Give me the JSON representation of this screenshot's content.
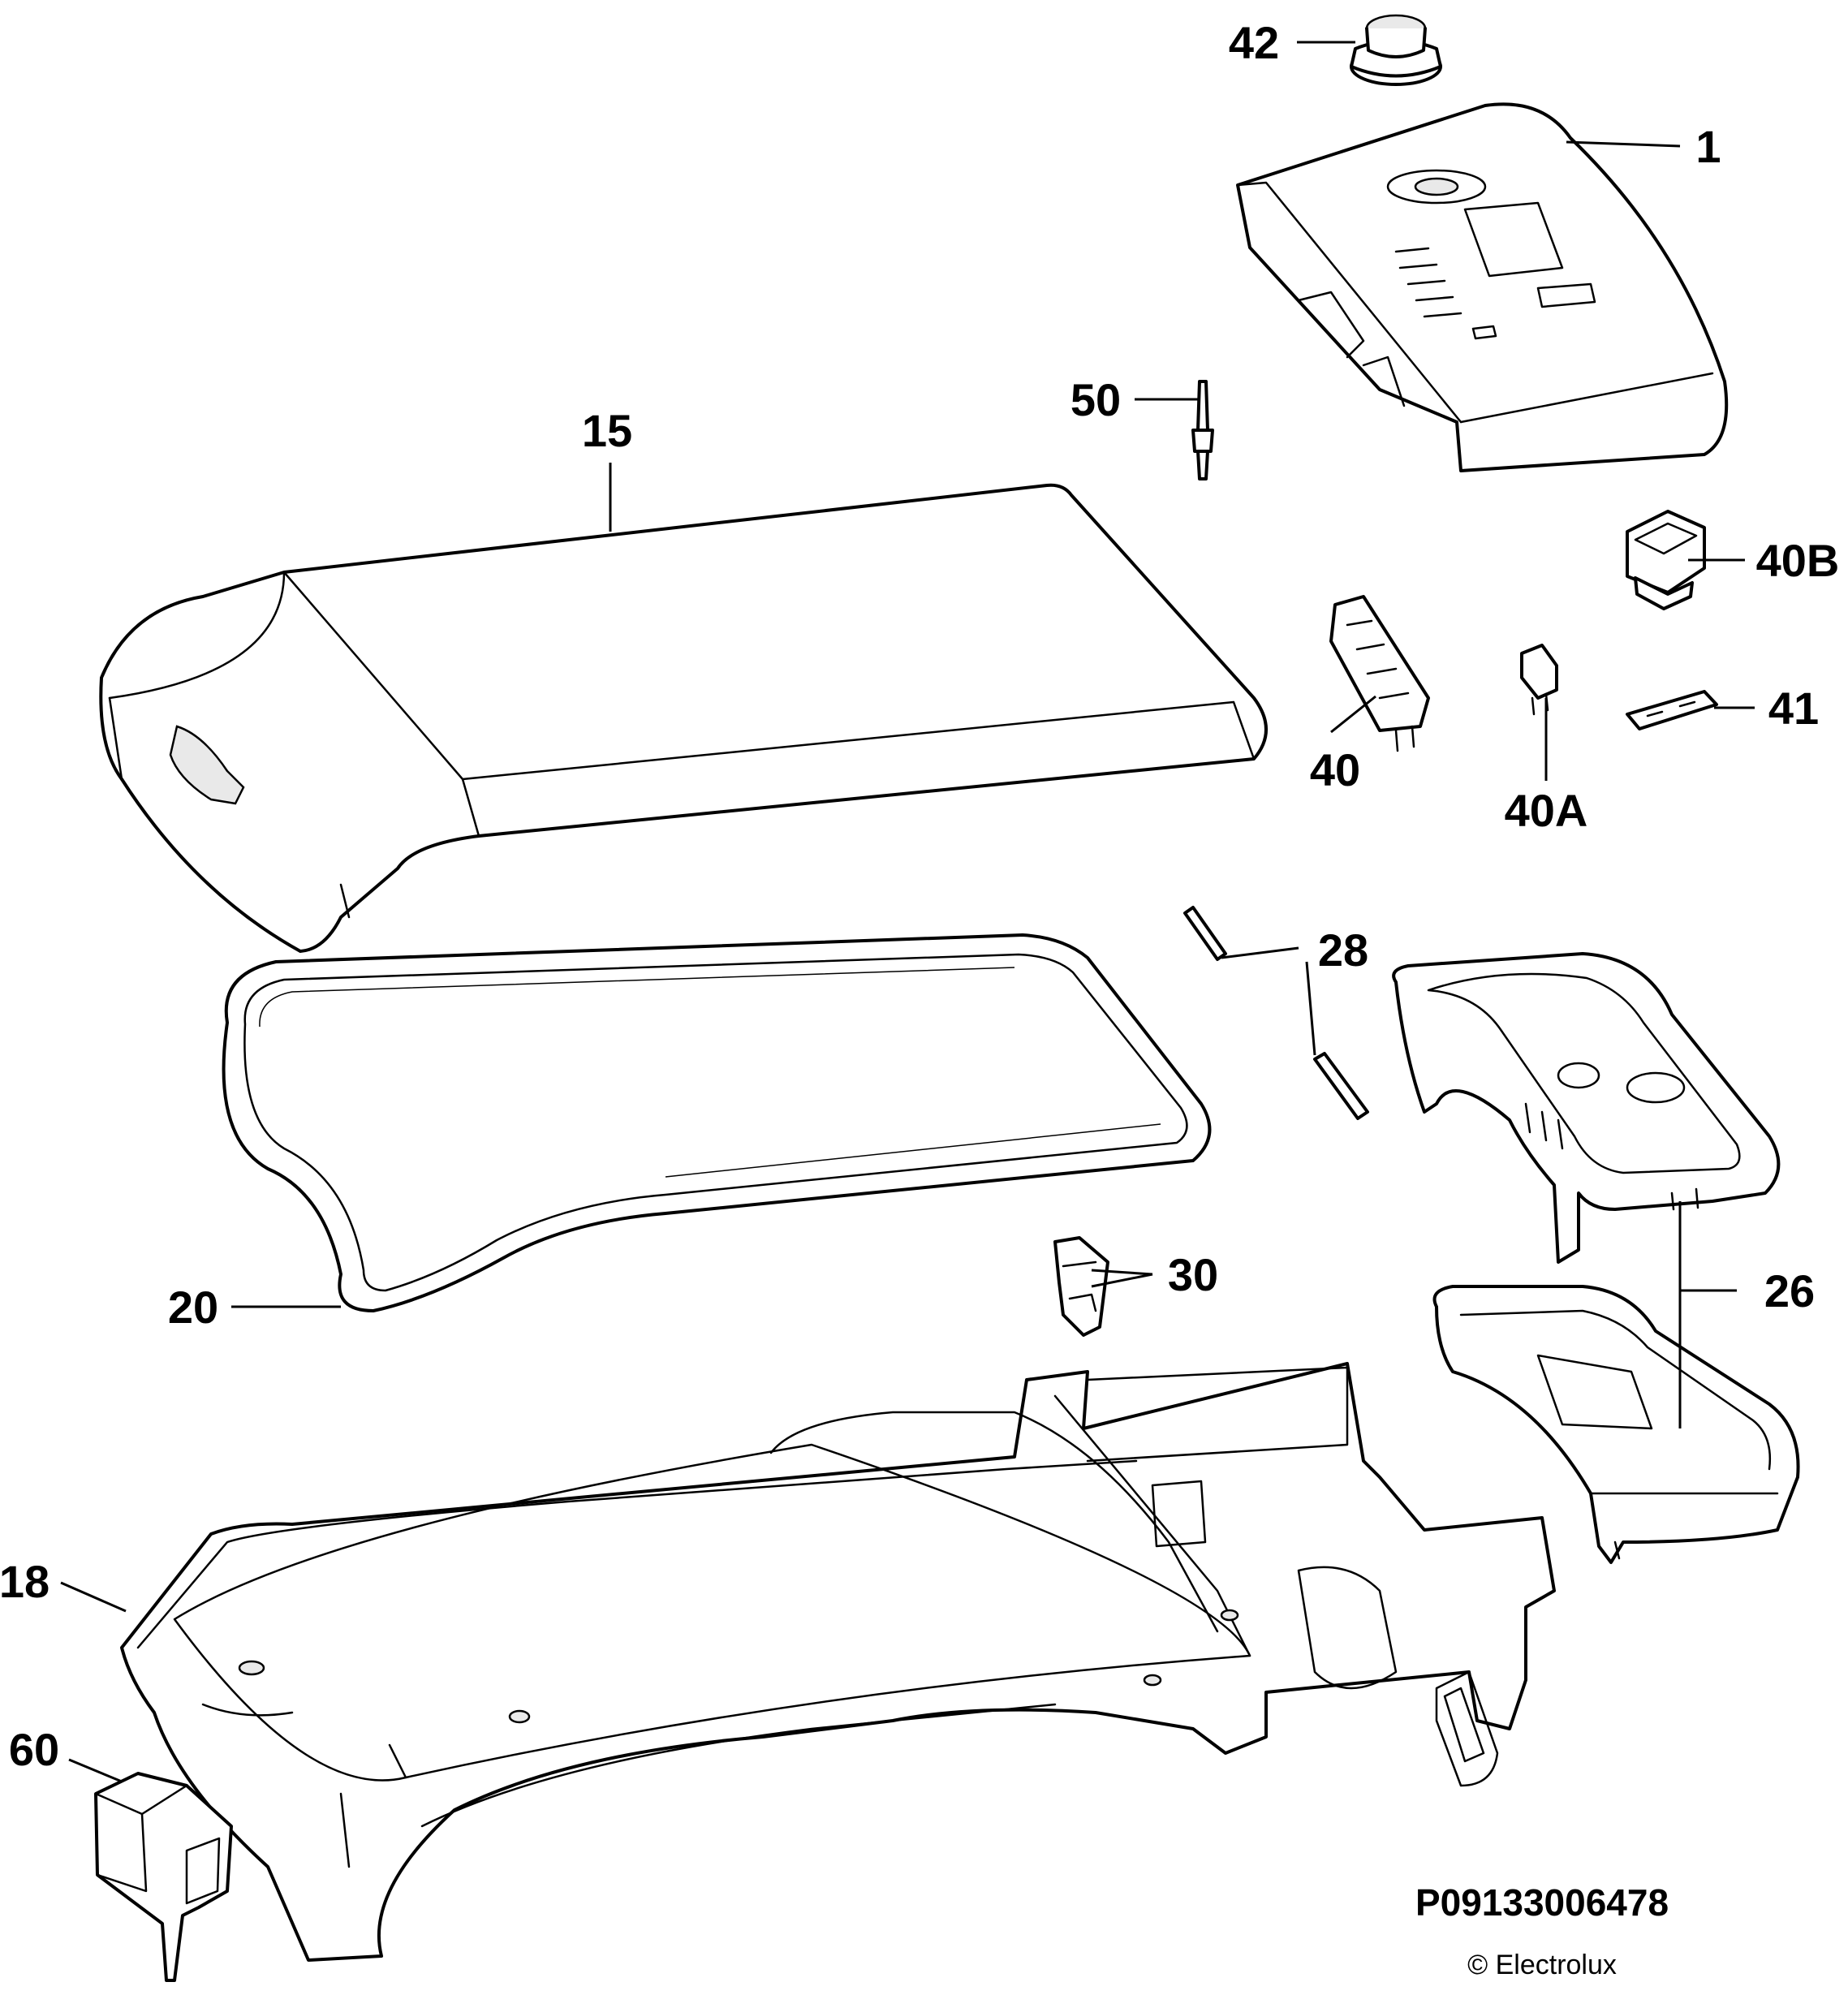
{
  "callouts": {
    "c42": "42",
    "c1": "1",
    "c50": "50",
    "c15": "15",
    "c40b": "40B",
    "c40": "40",
    "c40a": "40A",
    "c41": "41",
    "c28": "28",
    "c20": "20",
    "c30": "30",
    "c26": "26",
    "c18": "18",
    "c60": "60"
  },
  "footer": {
    "reference": "P09133006478",
    "copyright": "© Electrolux"
  }
}
